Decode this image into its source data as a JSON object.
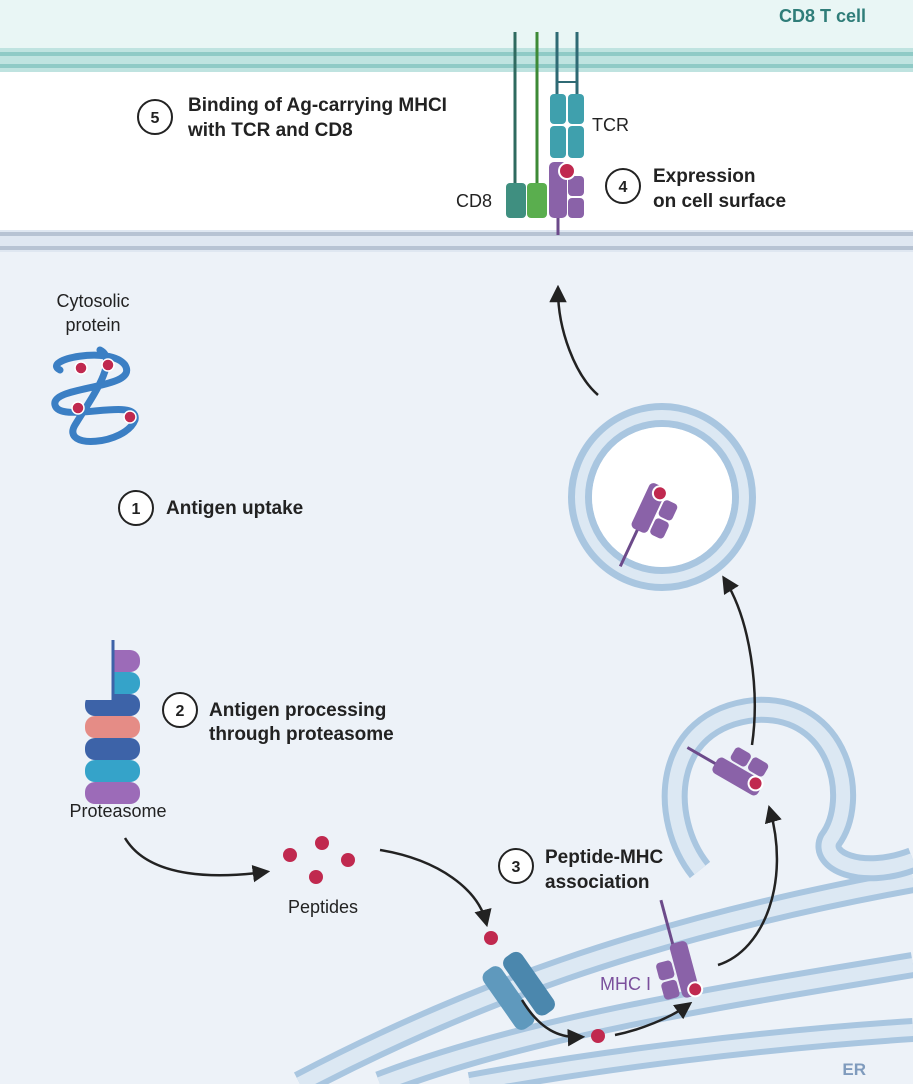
{
  "header": {
    "cell_label": "CD8 T cell"
  },
  "steps": [
    {
      "num": "1",
      "line1": "Antigen uptake",
      "line2": ""
    },
    {
      "num": "2",
      "line1": "Antigen processing",
      "line2": "through proteasome"
    },
    {
      "num": "3",
      "line1": "Peptide-MHC",
      "line2": "association"
    },
    {
      "num": "4",
      "line1": "Expression",
      "line2": "on cell surface"
    },
    {
      "num": "5",
      "line1": "Binding of Ag-carrying MHCI",
      "line2": "with TCR and CD8"
    }
  ],
  "labels": {
    "cytosolic_line1": "Cytosolic",
    "cytosolic_line2": "protein",
    "proteasome": "Proteasome",
    "peptides": "Peptides",
    "mhc": "MHC I",
    "tcr": "TCR",
    "cd8": "CD8",
    "er": "ER"
  },
  "colors": {
    "cytoplasm": "#edf2f8",
    "membrane": "#a9c6e0",
    "tcell_band": "#a9d9d6",
    "mhc": "#8a62a8",
    "peptide": "#c0294f",
    "tcr": "#3fa0ad",
    "cd8_dark": "#3f8f80",
    "cd8_light": "#5aae4e",
    "protein": "#3b7fc4",
    "transporter": "#5f99bd"
  }
}
